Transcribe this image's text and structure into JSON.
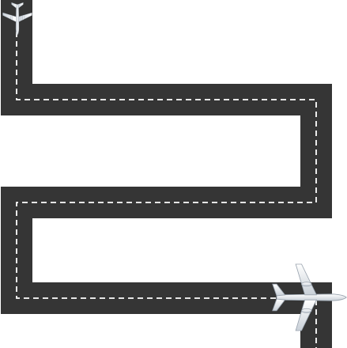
{
  "scene": {
    "background_color": "#ffffff",
    "road": {
      "asphalt_color": "#353535",
      "center_line_color": "#ffffff",
      "center_line_style": "dashed",
      "shape": "serpentine"
    },
    "airplanes": [
      {
        "icon": "airplane-icon",
        "heading": "down",
        "color": "#ffffff"
      },
      {
        "icon": "airplane-icon",
        "heading": "right",
        "color": "#ffffff"
      }
    ]
  }
}
